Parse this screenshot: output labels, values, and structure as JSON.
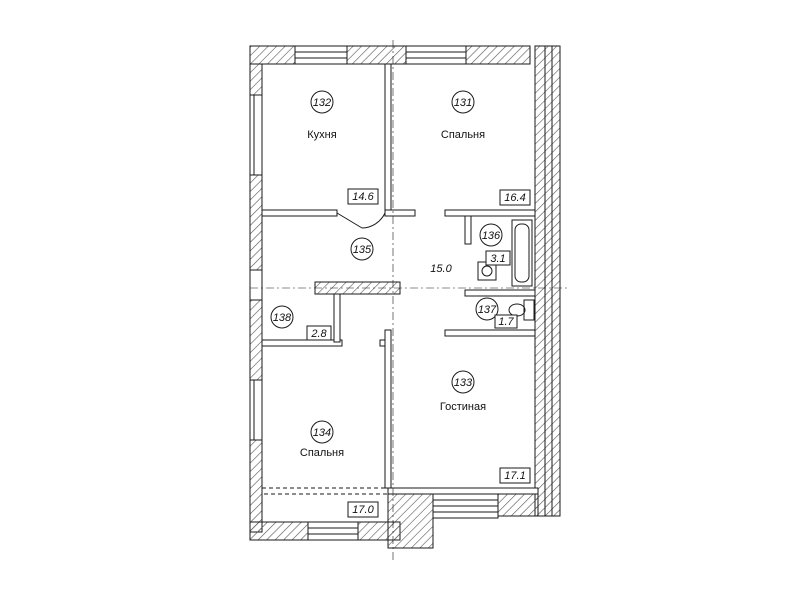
{
  "rooms": [
    {
      "id": "r132",
      "tag": "132",
      "name": "Кухня",
      "area": "14.6"
    },
    {
      "id": "r131",
      "tag": "131",
      "name": "Спальня",
      "area": "16.4"
    },
    {
      "id": "r135",
      "tag": "135",
      "name": "",
      "area": "15.0"
    },
    {
      "id": "r136",
      "tag": "136",
      "name": "",
      "area": "3.1"
    },
    {
      "id": "r137",
      "tag": "137",
      "name": "",
      "area": "1.7"
    },
    {
      "id": "r138",
      "tag": "138",
      "name": "",
      "area": "2.8"
    },
    {
      "id": "r133",
      "tag": "133",
      "name": "Гостиная",
      "area": "17.1"
    },
    {
      "id": "r134",
      "tag": "134",
      "name": "Спальня",
      "area": "17.0"
    }
  ],
  "colors": {
    "line": "#1a1a1a",
    "hatch": "#555555",
    "background": "#ffffff"
  }
}
